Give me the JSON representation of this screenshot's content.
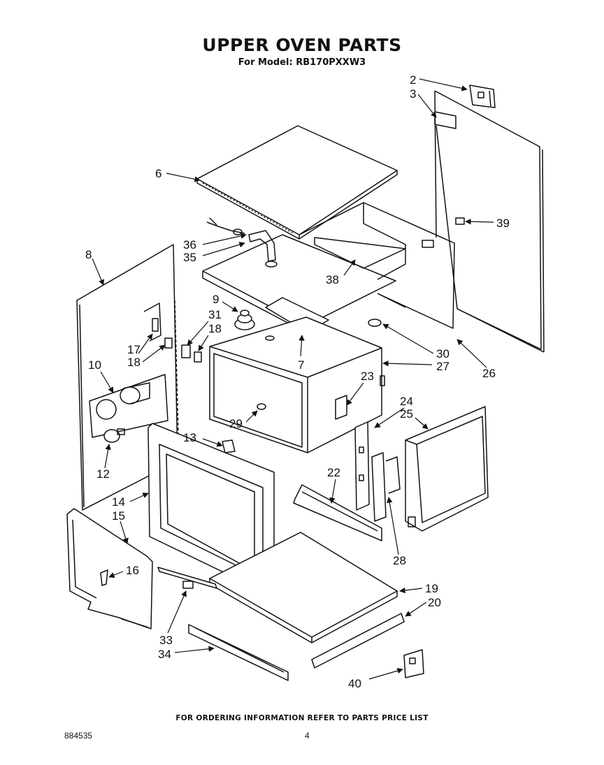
{
  "header": {
    "title": "UPPER OVEN PARTS",
    "model_line": "For Model: RB170PXXW3"
  },
  "callouts": {
    "c2": "2",
    "c3": "3",
    "c6": "6",
    "c7": "7",
    "c8": "8",
    "c9": "9",
    "c10": "10",
    "c12": "12",
    "c13": "13",
    "c14": "14",
    "c15": "15",
    "c16": "16",
    "c17": "17",
    "c18a": "18",
    "c18b": "18",
    "c19": "19",
    "c20": "20",
    "c22": "22",
    "c23": "23",
    "c24": "24",
    "c25": "25",
    "c26": "26",
    "c27": "27",
    "c28": "28",
    "c29": "29",
    "c30": "30",
    "c31": "31",
    "c33": "33",
    "c34": "34",
    "c35": "35",
    "c36": "36",
    "c38": "38",
    "c39": "39",
    "c40": "40"
  },
  "footer": {
    "ordering_note": "FOR ORDERING INFORMATION REFER TO PARTS PRICE LIST",
    "doc_number": "884535",
    "page_number": "4"
  }
}
